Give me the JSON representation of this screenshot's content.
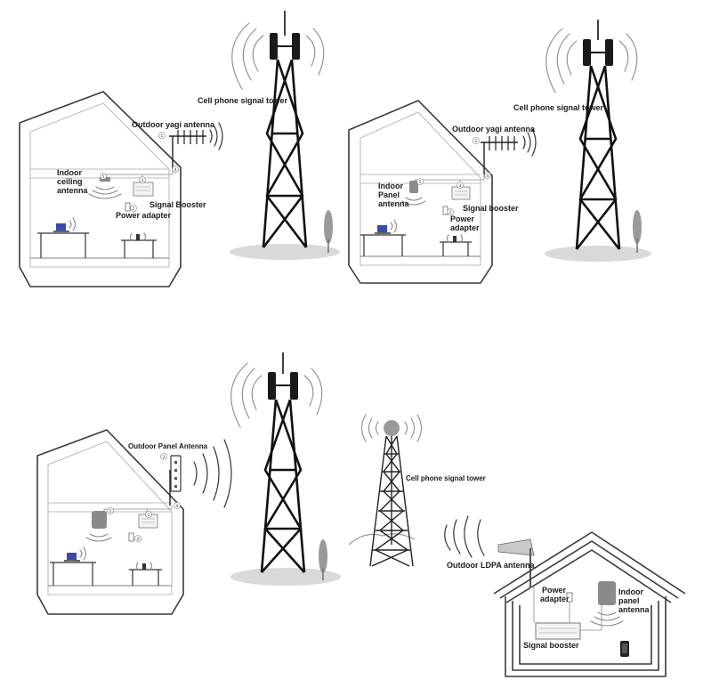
{
  "scene1": {
    "tower_label": "Cell phone signal tower",
    "outdoor_antenna_label": "Outdoor yagi antenna",
    "indoor_antenna_label_l1": "Indoor",
    "indoor_antenna_label_l2": "ceiling",
    "indoor_antenna_label_l3": "antenna",
    "booster_label": "Signal Booster",
    "power_label": "Power adapter"
  },
  "scene2": {
    "tower_label": "Cell phone signal tower",
    "outdoor_antenna_label": "Outdoor yagi antenna",
    "indoor_antenna_label_l1": "Indoor",
    "indoor_antenna_label_l2": "Panel",
    "indoor_antenna_label_l3": "antenna",
    "booster_label": "Signal booster",
    "power_label_l1": "Power",
    "power_label_l2": "adapter"
  },
  "scene3": {
    "outdoor_antenna_label": "Outdoor Panel Antenna"
  },
  "scene4": {
    "tower_label": "Cell phone signal tower",
    "outdoor_antenna_label": "Outdoor LDPA antenna",
    "power_label_l1": "Power",
    "power_label_l2": "adapter",
    "indoor_antenna_label_l1": "Indoor",
    "indoor_antenna_label_l2": "panel",
    "indoor_antenna_label_l3": "antenna",
    "booster_label": "Signal booster"
  },
  "markers": [
    "1",
    "2",
    "3",
    "4",
    "5"
  ],
  "colors": {
    "line": "#3a3a3a",
    "tower": "#111111",
    "ground": "#d9d9d9",
    "laptop": "#3b4aa8",
    "panel_antenna": "#8a8a8a"
  }
}
